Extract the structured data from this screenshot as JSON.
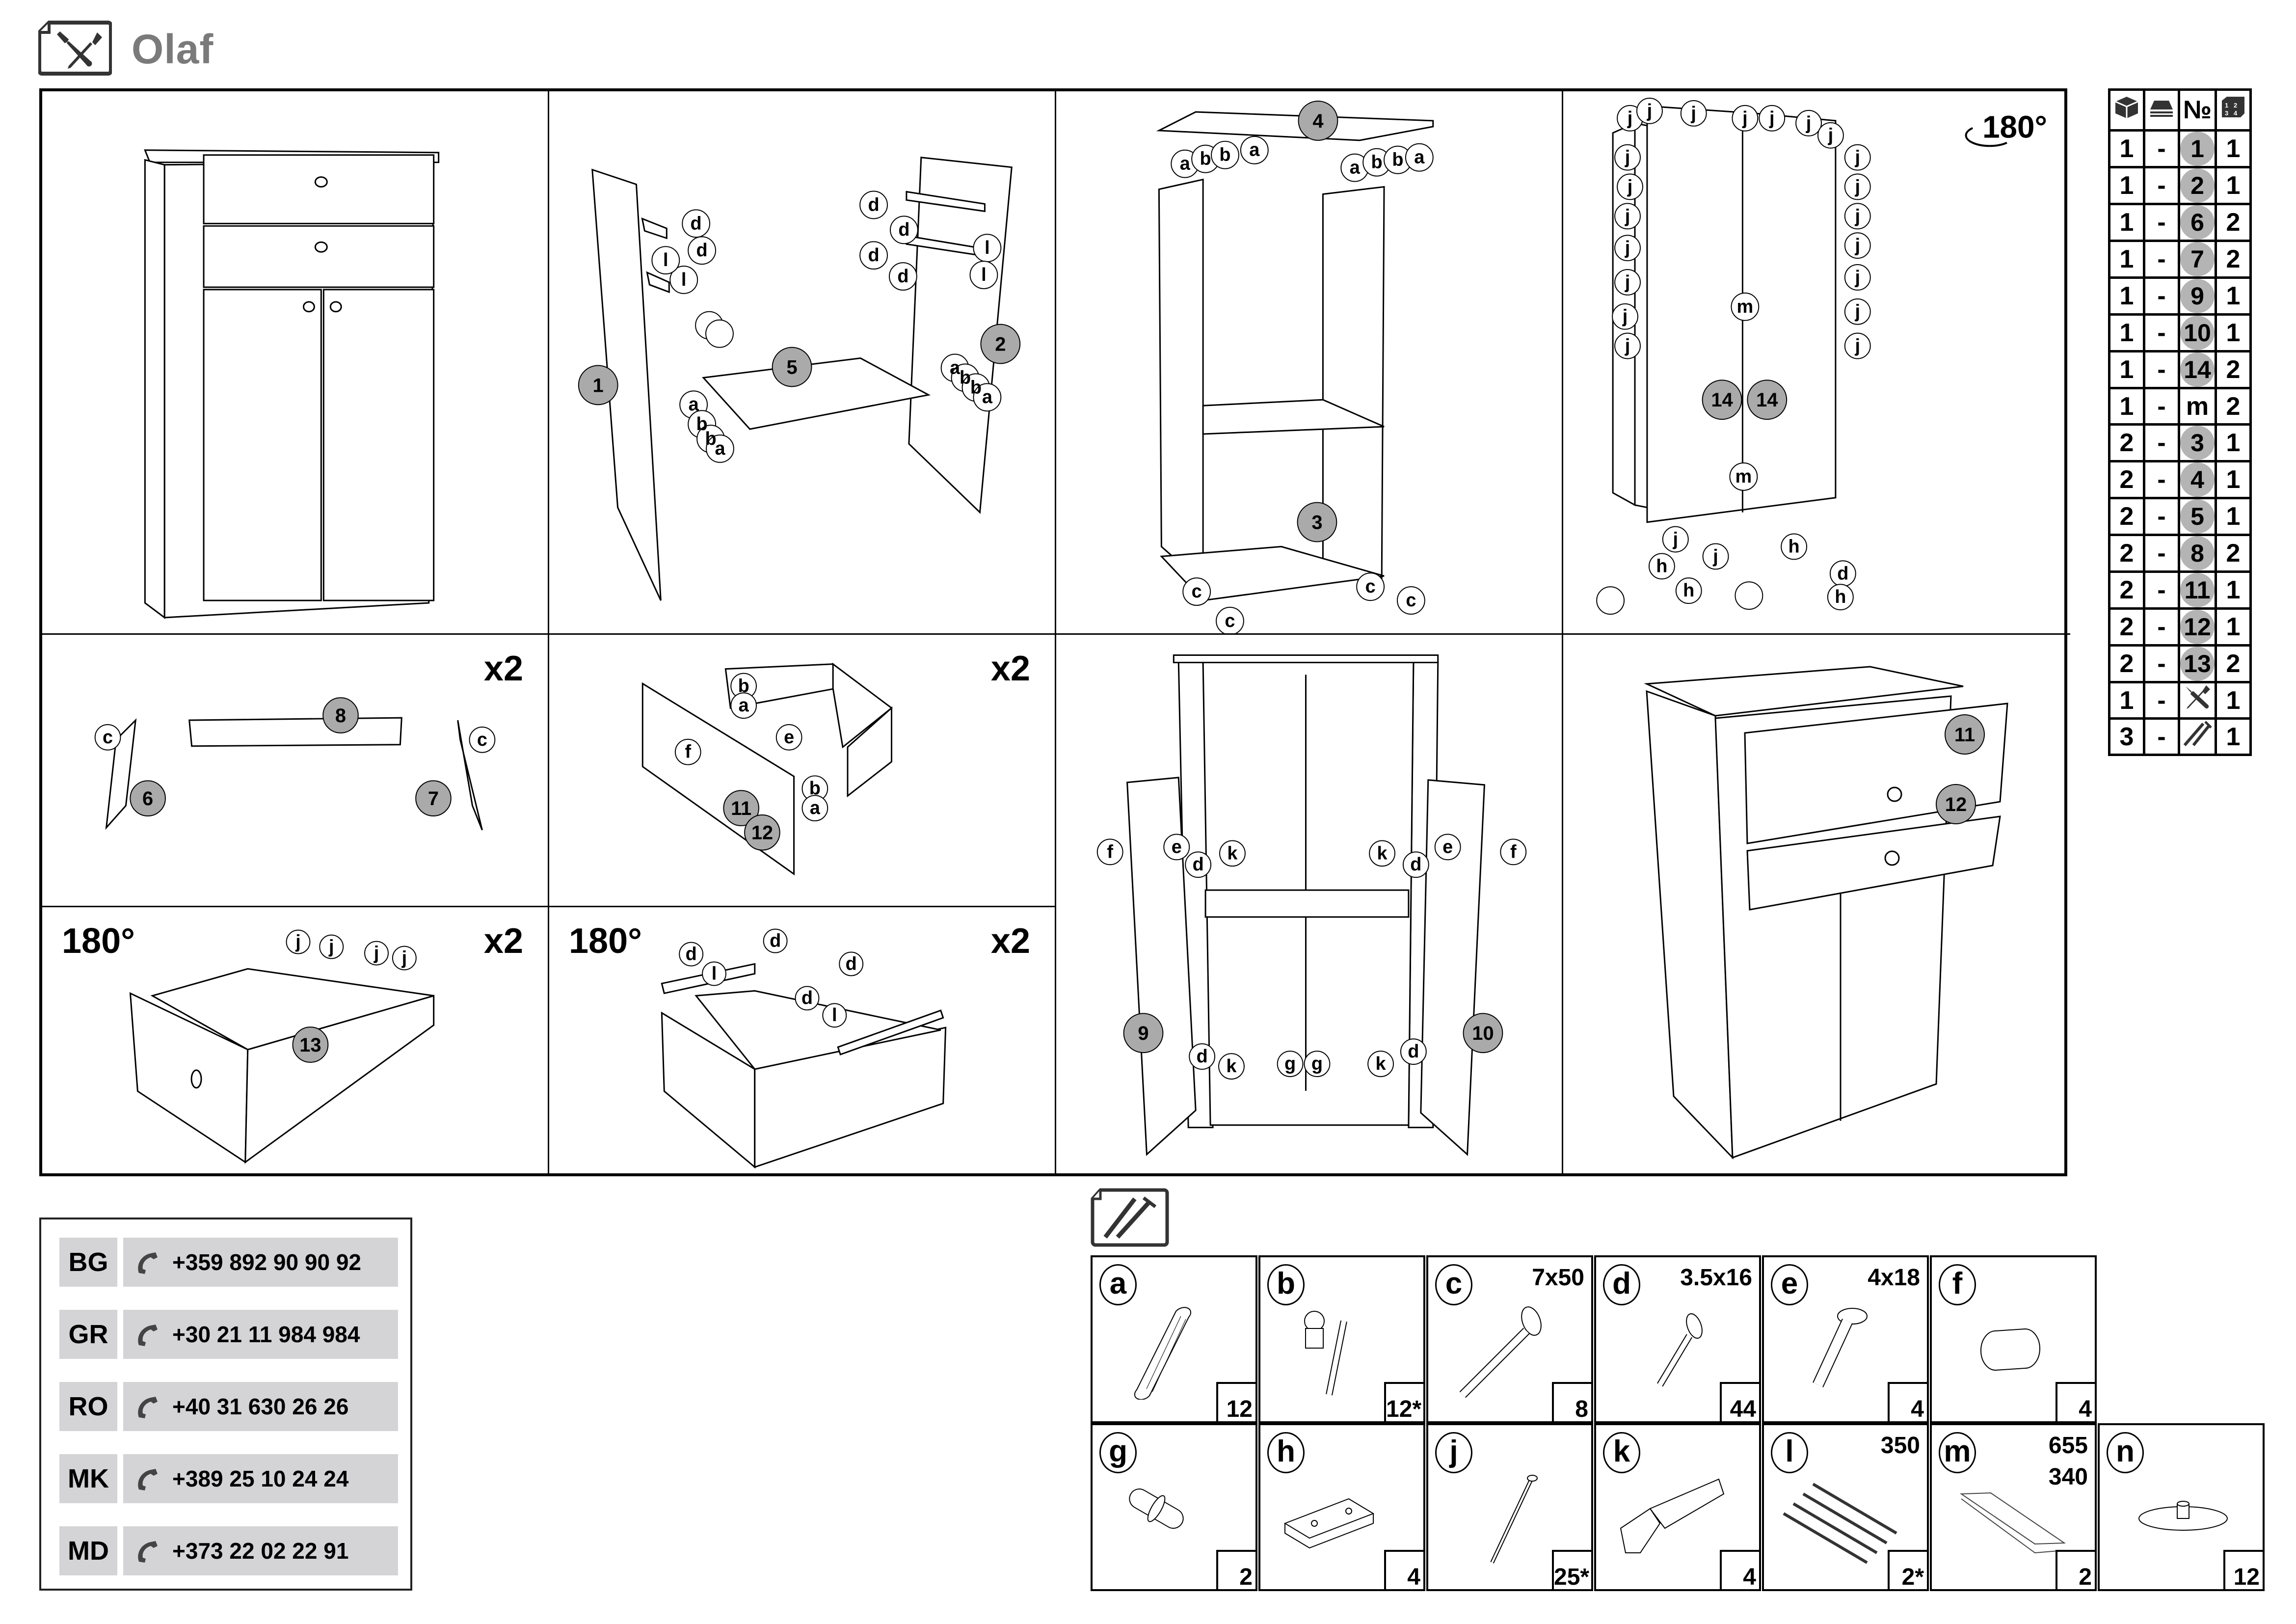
{
  "header": {
    "title": "Olaf",
    "icon": "tools-document-icon"
  },
  "steps": [
    {
      "id": 1,
      "description": "assembled-overview",
      "multiplier": "",
      "rotation": ""
    },
    {
      "id": 2,
      "parts": [
        "1",
        "2",
        "5"
      ],
      "hardware": [
        "a",
        "b",
        "d",
        "l"
      ],
      "multiplier": "",
      "rotation": ""
    },
    {
      "id": 3,
      "parts": [
        "3",
        "4"
      ],
      "hardware": [
        "a",
        "b",
        "c"
      ],
      "multiplier": "",
      "rotation": ""
    },
    {
      "id": 4,
      "parts": [
        "14",
        "14"
      ],
      "hardware": [
        "j",
        "m",
        "h",
        "d"
      ],
      "multiplier": "",
      "rotation": "180°"
    },
    {
      "id": 5,
      "parts": [
        "6",
        "7",
        "8"
      ],
      "hardware": [
        "c"
      ],
      "multiplier": "x2",
      "rotation": ""
    },
    {
      "id": 6,
      "parts": [
        "11",
        "12"
      ],
      "hardware": [
        "a",
        "b",
        "e",
        "f"
      ],
      "multiplier": "x2",
      "rotation": ""
    },
    {
      "id": 7,
      "parts": [
        "9",
        "10"
      ],
      "hardware": [
        "d",
        "e",
        "f",
        "g",
        "k"
      ],
      "multiplier": "",
      "rotation": ""
    },
    {
      "id": 8,
      "parts": [
        "11",
        "12"
      ],
      "hardware": [],
      "multiplier": "",
      "rotation": ""
    },
    {
      "id": 9,
      "parts": [
        "13"
      ],
      "hardware": [
        "j"
      ],
      "multiplier": "x2",
      "rotation": "180°"
    },
    {
      "id": 10,
      "parts": [],
      "hardware": [
        "d",
        "l"
      ],
      "multiplier": "x2",
      "rotation": "180°"
    }
  ],
  "callouts": {
    "s2": {
      "p1": "1",
      "p2": "2",
      "p5": "5",
      "a": "a",
      "b": "b",
      "d": "d",
      "l": "l"
    },
    "s3": {
      "p3": "3",
      "p4": "4",
      "a": "a",
      "b": "b",
      "c": "c"
    },
    "s4": {
      "p14": "14",
      "j": "j",
      "m": "m",
      "h": "h",
      "d": "d",
      "rot": "180°"
    },
    "s5": {
      "p6": "6",
      "p7": "7",
      "p8": "8",
      "c": "c",
      "x2": "x2"
    },
    "s6": {
      "p11": "11",
      "p12": "12",
      "a": "a",
      "b": "b",
      "e": "e",
      "f": "f",
      "x2": "x2"
    },
    "s7": {
      "p9": "9",
      "p10": "10",
      "d": "d",
      "e": "e",
      "f": "f",
      "g": "g",
      "k": "k"
    },
    "s8": {
      "p11": "11",
      "p12": "12"
    },
    "s9": {
      "p13": "13",
      "j": "j",
      "x2": "x2",
      "rot": "180°"
    },
    "s10": {
      "d": "d",
      "l": "l",
      "x2": "x2",
      "rot": "180°"
    }
  },
  "parts_table": {
    "headers": [
      "box-icon",
      "stack-icon",
      "№",
      "package-grid-icon"
    ],
    "rows": [
      {
        "box": "1",
        "sep": "-",
        "part": "1",
        "qty": "1",
        "type": "panel"
      },
      {
        "box": "1",
        "sep": "-",
        "part": "2",
        "qty": "1",
        "type": "panel"
      },
      {
        "box": "1",
        "sep": "-",
        "part": "6",
        "qty": "2",
        "type": "panel"
      },
      {
        "box": "1",
        "sep": "-",
        "part": "7",
        "qty": "2",
        "type": "panel"
      },
      {
        "box": "1",
        "sep": "-",
        "part": "9",
        "qty": "1",
        "type": "panel"
      },
      {
        "box": "1",
        "sep": "-",
        "part": "10",
        "qty": "1",
        "type": "panel"
      },
      {
        "box": "1",
        "sep": "-",
        "part": "14",
        "qty": "2",
        "type": "panel"
      },
      {
        "box": "1",
        "sep": "-",
        "part": "m",
        "qty": "2",
        "type": "letter"
      },
      {
        "box": "2",
        "sep": "-",
        "part": "3",
        "qty": "1",
        "type": "panel"
      },
      {
        "box": "2",
        "sep": "-",
        "part": "4",
        "qty": "1",
        "type": "panel"
      },
      {
        "box": "2",
        "sep": "-",
        "part": "5",
        "qty": "1",
        "type": "panel"
      },
      {
        "box": "2",
        "sep": "-",
        "part": "8",
        "qty": "2",
        "type": "panel"
      },
      {
        "box": "2",
        "sep": "-",
        "part": "11",
        "qty": "1",
        "type": "panel"
      },
      {
        "box": "2",
        "sep": "-",
        "part": "12",
        "qty": "1",
        "type": "panel"
      },
      {
        "box": "2",
        "sep": "-",
        "part": "13",
        "qty": "2",
        "type": "panel"
      },
      {
        "box": "1",
        "sep": "-",
        "part": "tools-icon",
        "qty": "1",
        "type": "icon"
      },
      {
        "box": "3",
        "sep": "-",
        "part": "screws-icon",
        "qty": "1",
        "type": "icon"
      }
    ]
  },
  "contacts": [
    {
      "code": "BG",
      "phone": "+359 892 90 90 92"
    },
    {
      "code": "GR",
      "phone": "+30 21 11 984 984"
    },
    {
      "code": "RO",
      "phone": "+40 31 630 26 26"
    },
    {
      "code": "MK",
      "phone": "+389 25 10 24 24"
    },
    {
      "code": "MD",
      "phone": "+373 22 02 22 91"
    }
  ],
  "hardware": {
    "icon": "screws-document-icon",
    "items": [
      {
        "letter": "a",
        "dim": "",
        "qty": "12",
        "name": "wooden-dowel"
      },
      {
        "letter": "b",
        "dim": "",
        "qty": "12*",
        "name": "cam-lock-fitting"
      },
      {
        "letter": "c",
        "dim": "7x50",
        "qty": "8",
        "name": "confirmat-screw"
      },
      {
        "letter": "d",
        "dim": "3.5x16",
        "qty": "44",
        "name": "wood-screw"
      },
      {
        "letter": "e",
        "dim": "4x18",
        "qty": "4",
        "name": "handle-screw"
      },
      {
        "letter": "f",
        "dim": "",
        "qty": "4",
        "name": "knob"
      },
      {
        "letter": "g",
        "dim": "",
        "qty": "2",
        "name": "door-stopper"
      },
      {
        "letter": "h",
        "dim": "",
        "qty": "4",
        "name": "plastic-block"
      },
      {
        "letter": "j",
        "dim": "",
        "qty": "25*",
        "name": "nail"
      },
      {
        "letter": "k",
        "dim": "",
        "qty": "4",
        "name": "hinge"
      },
      {
        "letter": "l",
        "dim": "350",
        "qty": "2*",
        "name": "drawer-slide"
      },
      {
        "letter": "m",
        "dim": "655\n340",
        "qty": "2",
        "name": "h-profile"
      },
      {
        "letter": "n",
        "dim": "",
        "qty": "12",
        "name": "furniture-glide"
      }
    ]
  }
}
